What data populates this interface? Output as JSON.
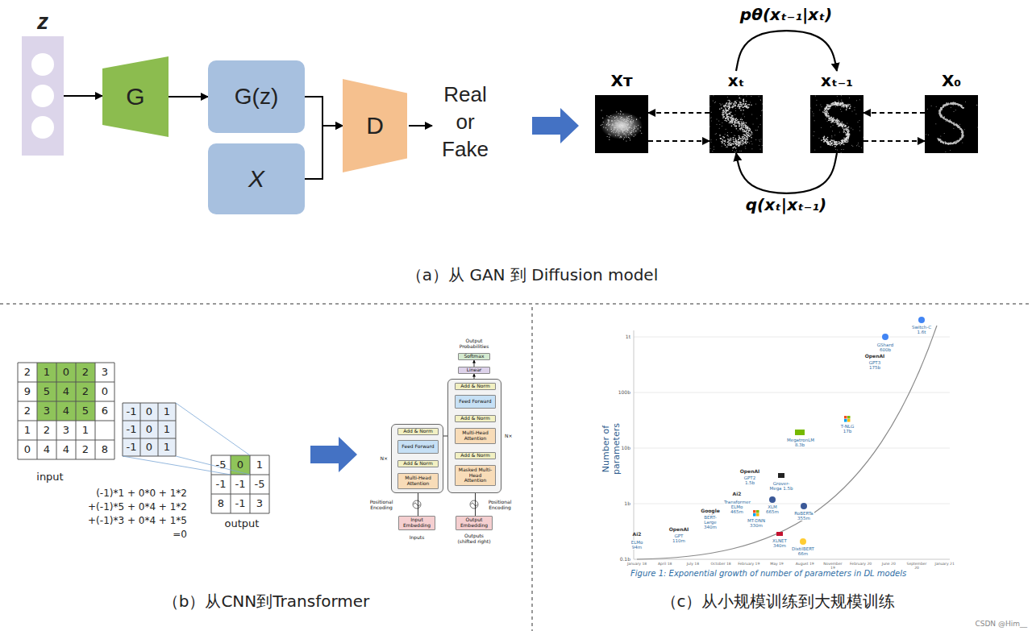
{
  "diagram": {
    "nodes": [
      {
        "text": [
          "z"
        ]
      },
      {
        "text": [
          "G"
        ]
      },
      {
        "text": [
          "G(z)"
        ]
      },
      {
        "text": [
          "X"
        ]
      },
      {
        "text": [
          "D"
        ]
      },
      {
        "text": [
          "Xᴛ"
        ]
      },
      {
        "text": [
          "xₜ"
        ]
      },
      {
        "text": [
          "xₜ₋₁"
        ]
      },
      {
        "text": [
          "X₀"
        ]
      },
      {
        "text": [
          "N×"
        ]
      },
      {
        "text": [
          "Add & Norm"
        ],
        "in": 9
      },
      {
        "text": [
          "Feed Forward"
        ],
        "in": 9
      },
      {
        "text": [
          "Add & Norm"
        ],
        "in": 9
      },
      {
        "text": [
          "Multi-Head Attention"
        ],
        "in": 9
      },
      {
        "text": [
          "Input Embedding"
        ]
      },
      {
        "text": [
          "N×"
        ]
      },
      {
        "text": [
          "Add & Norm"
        ],
        "in": 15
      },
      {
        "text": [
          "Feed Forward"
        ],
        "in": 15
      },
      {
        "text": [
          "Add & Norm"
        ],
        "in": 15
      },
      {
        "text": [
          "Multi-Head Attention"
        ],
        "in": 15
      },
      {
        "text": [
          "Add & Norm"
        ],
        "in": 15
      },
      {
        "text": [
          "Masked Multi-Head Attention"
        ],
        "in": 15
      },
      {
        "text": [
          "Output Embedding"
        ]
      },
      {
        "text": [
          "Linear"
        ]
      },
      {
        "text": [
          "Softmax"
        ]
      }
    ],
    "edges": [
      {
        "from": 0,
        "to": 1,
        "arrow": "to"
      },
      {
        "from": 1,
        "to": 2,
        "arrow": "to"
      },
      {
        "from": 2,
        "to": 4,
        "arrow": "to"
      },
      {
        "from": 3,
        "to": 4,
        "arrow": "to"
      },
      {
        "from": 6,
        "to": 5,
        "arrow": "to"
      },
      {
        "from": 5,
        "to": 6,
        "arrow": "to"
      },
      {
        "from": 8,
        "to": 7,
        "arrow": "to"
      },
      {
        "from": 7,
        "to": 8,
        "arrow": "to"
      },
      {
        "from": 6,
        "to": 7,
        "label": "pθ(xₜ₋₁|xₜ)",
        "arrow": "to"
      },
      {
        "from": 7,
        "to": 6,
        "label": "q(xₜ|xₜ₋₁)",
        "arrow": "to"
      },
      {
        "from": 14,
        "to": 13,
        "arrow": "to"
      },
      {
        "from": 13,
        "to": 12,
        "arrow": "to"
      },
      {
        "from": 12,
        "to": 11,
        "arrow": "to"
      },
      {
        "from": 11,
        "to": 10,
        "arrow": "to"
      },
      {
        "from": 22,
        "to": 21,
        "arrow": "to"
      },
      {
        "from": 21,
        "to": 20,
        "arrow": "to"
      },
      {
        "from": 20,
        "to": 19,
        "arrow": "to"
      },
      {
        "from": 19,
        "to": 18,
        "arrow": "to"
      },
      {
        "from": 18,
        "to": 17,
        "arrow": "to"
      },
      {
        "from": 17,
        "to": 16,
        "arrow": "to"
      },
      {
        "from": 9,
        "to": 19,
        "arrow": "to"
      },
      {
        "from": 15,
        "to": 23,
        "arrow": "to"
      },
      {
        "from": 23,
        "to": 24,
        "arrow": "to"
      }
    ],
    "labels": [
      "Real or Fake",
      "（a）从 GAN 到 Diffusion model",
      "2",
      "1",
      "0",
      "2",
      "3",
      "9",
      "5",
      "4",
      "2",
      "0",
      "2",
      "3",
      "4",
      "5",
      "6",
      "1",
      "2",
      "3",
      "1",
      "0",
      "4",
      "4",
      "2",
      "8",
      "-1",
      "0",
      "1",
      "-1",
      "0",
      "1",
      "-1",
      "0",
      "1",
      "-5",
      "0",
      "1",
      "-1",
      "-1",
      "-5",
      "8",
      "-1",
      "3",
      "(-1)*1 + 0*0 + 1*2",
      "+(-1)*5 + 0*4 + 1*2",
      "+(-1)*3 + 0*4 + 1*5",
      "=0",
      "input",
      "output",
      "Output Probabilities",
      "Positional Encoding",
      "Positional Encoding",
      "Inputs",
      "Outputs (shifted right)",
      "（b）从CNN到Transformer",
      "Number of parameters",
      "1t",
      "100b",
      "10b",
      "1b",
      "0.1b",
      "January 18",
      "April 18",
      "July 18",
      "October 18",
      "February 19",
      "May 19",
      "August 19",
      "November 19",
      "February 20",
      "June 20",
      "September 20",
      "January 21",
      "Ai2",
      "ELMo 94m",
      "OpenAI",
      "GPT 110m",
      "Google AI",
      "BERT-Large 340m",
      "Ai2",
      "Transformer ELMo 465m",
      "OpenAI",
      "GPT2 1.5b",
      "MT-DNN 330m",
      "XLM 665m",
      "Grover-Mega 1.5b",
      "MegatronLM 8.3b",
      "RoBERTa 355m",
      "XLNET 340m",
      "DistilBERT 66m",
      "T-NLG 17b",
      "OpenAI",
      "GPT3 175b",
      "GShard 600b",
      "Switch-C 1.6t",
      "Figure 1: Exponential growth of number of parameters in DL models",
      "（c）从小规模训练到大规模训练",
      "CSDN @Him__"
    ]
  }
}
